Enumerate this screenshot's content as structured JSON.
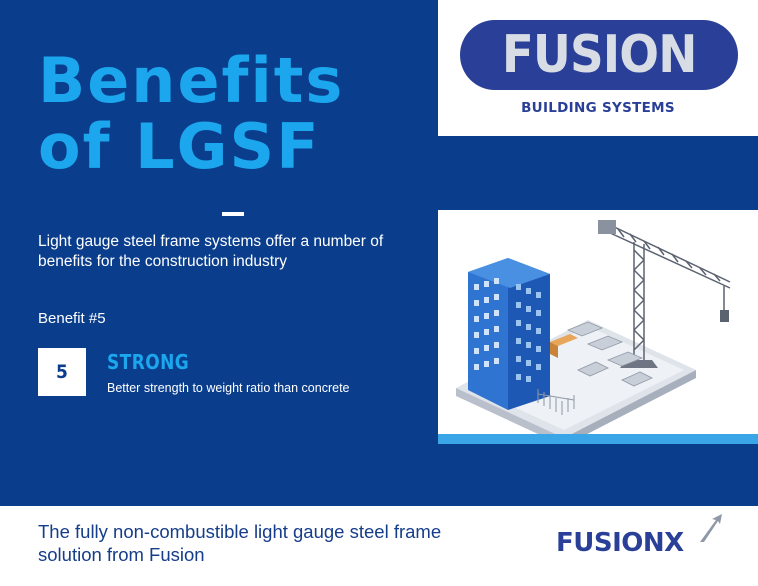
{
  "hero": {
    "title_line1": "Benefits",
    "title_line2": "of LGSF",
    "intro": "Light gauge steel frame systems offer a number of benefits for the construction industry"
  },
  "benefit": {
    "label": "Benefit #5",
    "number": "5",
    "title": "STRONG",
    "description": "Better strength to weight ratio than concrete"
  },
  "logo": {
    "brand": "FUSION",
    "subtitle": "BUILDING SYSTEMS"
  },
  "footer": {
    "tagline": "The fully non-combustible light gauge steel frame solution from Fusion",
    "fx_brand": "FUSIONX"
  },
  "colors": {
    "background": "#0a3e8c",
    "accent": "#1ba6ee",
    "logo_navy": "#2a3f97"
  }
}
